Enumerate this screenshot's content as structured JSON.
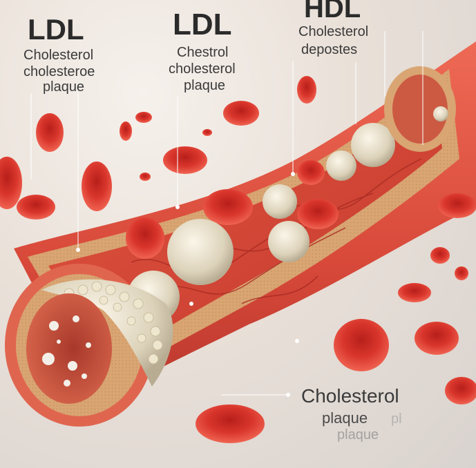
{
  "labels": {
    "ldl_1": {
      "title": "LDL",
      "line1": "Cholesterol",
      "line2": "cholesteroe",
      "line3": "plaque"
    },
    "ldl_2": {
      "title": "LDL",
      "line1": "Chestrol",
      "line2": "cholesterol",
      "line3": "plaque"
    },
    "hdl": {
      "title": "HDL",
      "line1": "Cholesterol",
      "line2": "depostes"
    },
    "bottom": {
      "line1": "Cholesterol",
      "line2": "plaque",
      "line2_ghost": "pl",
      "line3": "plaque"
    }
  },
  "colors": {
    "blood_cell": "#d9362c",
    "vessel_outer": "#d8493a",
    "vessel_wall": "#d9a572",
    "plaque": "#e8dcc0",
    "lumen": "#c9533e",
    "background": "#ebe3dc"
  }
}
